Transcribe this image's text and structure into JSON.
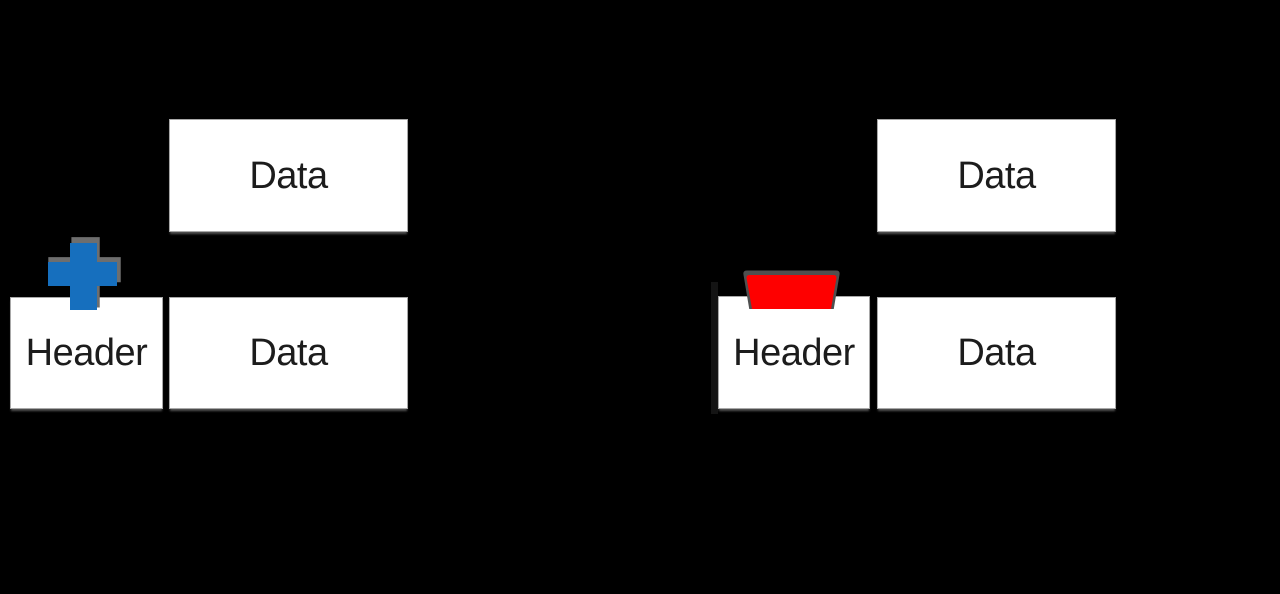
{
  "slide": {
    "background_color": "#000000",
    "box_fill_color": "#FFFFFF",
    "box_text_color": "#1C1C1C"
  },
  "left_group": {
    "meaning": "header-added",
    "payload_label": "Data",
    "header_label": "Header",
    "data_label": "Data",
    "icon": {
      "name": "plus-icon",
      "color": "#166FBE",
      "shadow_color": "#6E6E6E"
    }
  },
  "right_group": {
    "meaning": "header-removed",
    "payload_label": "Data",
    "header_label": "Header",
    "data_label": "Data",
    "icon": {
      "name": "minus-icon",
      "color": "#FE0000",
      "shadow_color": "#4F4F4F"
    }
  }
}
